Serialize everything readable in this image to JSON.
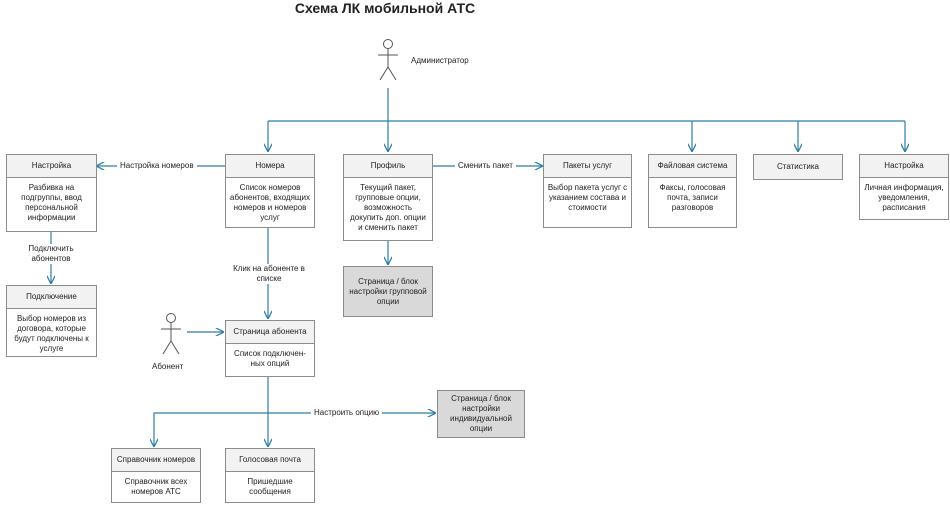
{
  "title": "Схема ЛК мобильной АТС",
  "actors": {
    "admin": "Администратор",
    "subscriber": "Абонент"
  },
  "boxes": {
    "settings_left": {
      "header": "Настройка",
      "body": "Разбивка на подгруппы, ввод персональной информации"
    },
    "connection": {
      "header": "Подключение",
      "body": "Выбор номеров из договора, которые будут подключены к услуге"
    },
    "numbers": {
      "header": "Номера",
      "body": "Список номеров абонентов, входящих номеров и номеров услуг"
    },
    "profile": {
      "header": "Профиль",
      "body": "Текущий пакет, групповые опции, возможность докупить доп. опции и сменить пакет"
    },
    "packages": {
      "header": "Пакеты услуг",
      "body": "Выбор пакета услуг с указанием состава и стоимости"
    },
    "files": {
      "header": "Файловая система",
      "body": "Факсы, голосовая почта, записи разговоров"
    },
    "stats": {
      "header": "Статистика",
      "body": ""
    },
    "settings_right": {
      "header": "Настройка",
      "body": "Личная информация, уведомления, расписания"
    },
    "subscriber_page": {
      "header": "Страница абонента",
      "body": "Список подключен-ных опций"
    },
    "directory": {
      "header": "Справочник номеров",
      "body": "Справочник всех номеров АТС"
    },
    "voicemail": {
      "header": "Голосовая почта",
      "body": "Пришедшие сообщения"
    }
  },
  "grey_boxes": {
    "group_option": "Страница / блок настройки групповой опции",
    "individual_option": "Страница / блок настройки индивидуальной опции"
  },
  "edge_labels": {
    "settings_numbers": "Настройка номеров",
    "change_package": "Сменить пакет",
    "connect_subscribers": "Подключить абонентов",
    "click_subscriber": "Клик на абоненте в списке",
    "configure_option": "Настроить опцию"
  },
  "colors": {
    "connector": "#2e7ea8",
    "box_border": "#8c8c8c",
    "header_fill": "#f2f2f2",
    "grey_box_fill": "#d9d9d9"
  }
}
